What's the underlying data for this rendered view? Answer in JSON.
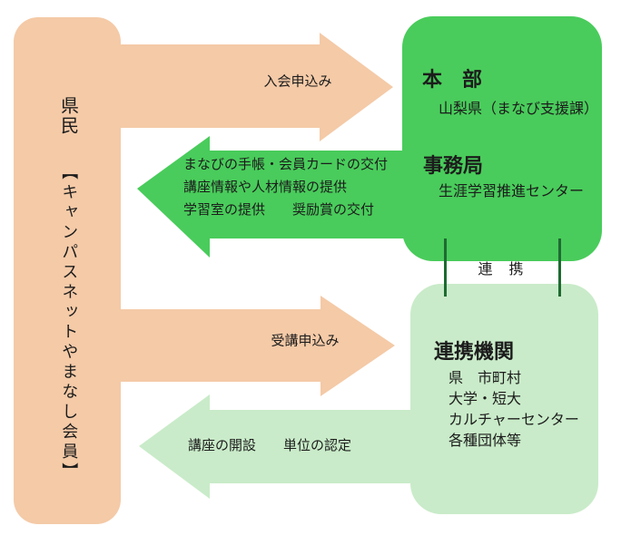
{
  "colors": {
    "peach": "#f4caa7",
    "green": "#49cc5b",
    "light_green": "#c9ebc9",
    "dark_green": "#1e6b32",
    "text": "#1c1c1c"
  },
  "left_bar": {
    "title": "県民",
    "subtitle": "【キャンパスネットやまなし会員】"
  },
  "arrows": {
    "join": {
      "label": "入会申込み"
    },
    "benefits": {
      "lines": [
        "まなびの手帳・会員カードの交付",
        "講座情報や人材情報の提供",
        "学習室の提供　　奨励賞の交付"
      ]
    },
    "enroll": {
      "label": "受講申込み"
    },
    "courses": {
      "label": "講座の開設　　単位の認定"
    }
  },
  "headquarters_box": {
    "title": "本　部",
    "title_sub": "山梨県（まなび支援課）",
    "secretariat": "事務局",
    "secretariat_sub": "生涯学習推進センター"
  },
  "link_label": "連　携",
  "partners_box": {
    "title": "連携機関",
    "items": [
      "県　市町村",
      "大学・短大",
      "カルチャーセンター",
      "各種団体等"
    ]
  }
}
